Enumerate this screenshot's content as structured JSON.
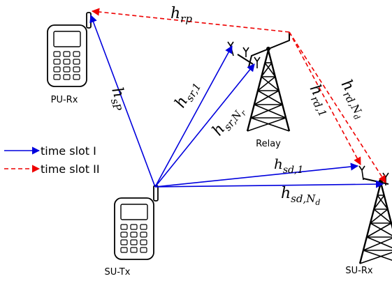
{
  "nodes": {
    "pu_rx": "PU-Rx",
    "su_tx": "SU-Tx",
    "relay": "Relay",
    "su_rx": "SU-Rx"
  },
  "legend": {
    "slot1": "time slot I",
    "slot2": "time slot II"
  },
  "channels": {
    "h_rp": {
      "base": "h",
      "sub": "rp"
    },
    "h_sp": {
      "base": "h",
      "sub": "sP"
    },
    "h_sr1": {
      "base": "h",
      "sub": "sr,1"
    },
    "h_srNr": {
      "base": "h",
      "sub": "sr,N",
      "subsub": "r"
    },
    "h_rd1": {
      "base": "h",
      "sub": "rd,1"
    },
    "h_rdNd": {
      "base": "h",
      "sub": "rd,N",
      "subsub": "d"
    },
    "h_sd1": {
      "base": "h",
      "sub": "sd,1"
    },
    "h_sdNd": {
      "base": "h",
      "sub": "sd,N",
      "subsub": "d"
    }
  },
  "colors": {
    "time_slot_1": "#0000dd",
    "time_slot_2": "#ee0000"
  }
}
